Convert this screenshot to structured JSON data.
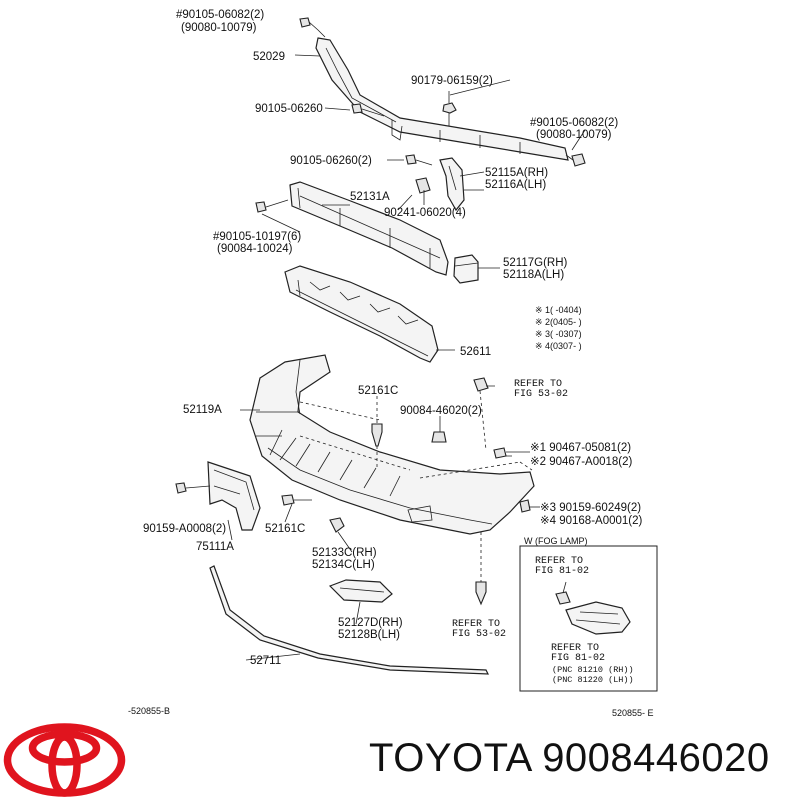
{
  "labels": {
    "p01": "#90105-06082(2)",
    "p02": "(90080-10079)",
    "p03": "52029",
    "p04": "90179-06159(2)",
    "p05": "90105-06260",
    "p06": "#90105-06082(2)",
    "p07": "(90080-10079)",
    "p08": "90105-06260(2)",
    "p09": "52115A(RH)",
    "p10": "52116A(LH)",
    "p11": "52131A",
    "p12": "90241-06020(4)",
    "p13": "#90105-10197(6)",
    "p14": "(90084-10024)",
    "p15": "52117G(RH)",
    "p16": "52118A(LH)",
    "n1": "※ 1(        -0404)",
    "n2": "※ 2(0405-        )",
    "n3": "※ 3(        -0307)",
    "n4": "※ 4(0307-        )",
    "p17": "52611",
    "ref1a": "REFER TO",
    "ref1b": "FIG 53-02",
    "p18": "52161C",
    "p19": "90084-46020(2)",
    "p20": "52119A",
    "p21": "※1 90467-05081(2)",
    "p22": "※2 90467-A0018(2)",
    "p23": "※3 90159-60249(2)",
    "p24": "※4 90168-A0001(2)",
    "p25": "90159-A0008(2)",
    "p26": "75111A",
    "p27": "52161C",
    "p28": "52133C(RH)",
    "p29": "52134C(LH)",
    "fog_title": "W (FOG LAMP)",
    "ref2a": "REFER TO",
    "ref2b": "FIG 81-02",
    "p30": "52127D(RH)",
    "p31": "52128B(LH)",
    "ref3a": "REFER TO",
    "ref3b": "FIG 53-02",
    "ref4a": "REFER TO",
    "ref4b": "FIG 81-02",
    "pnc1": "(PNC  81210 (RH))",
    "pnc2": "(PNC  81220 (LH))",
    "p32": "52711",
    "code_left": "-520855-B",
    "code_right": "520855- E"
  },
  "brand": {
    "name": "TOYOTA",
    "part_number": "9008446020",
    "logo_color": "#e0141e"
  }
}
